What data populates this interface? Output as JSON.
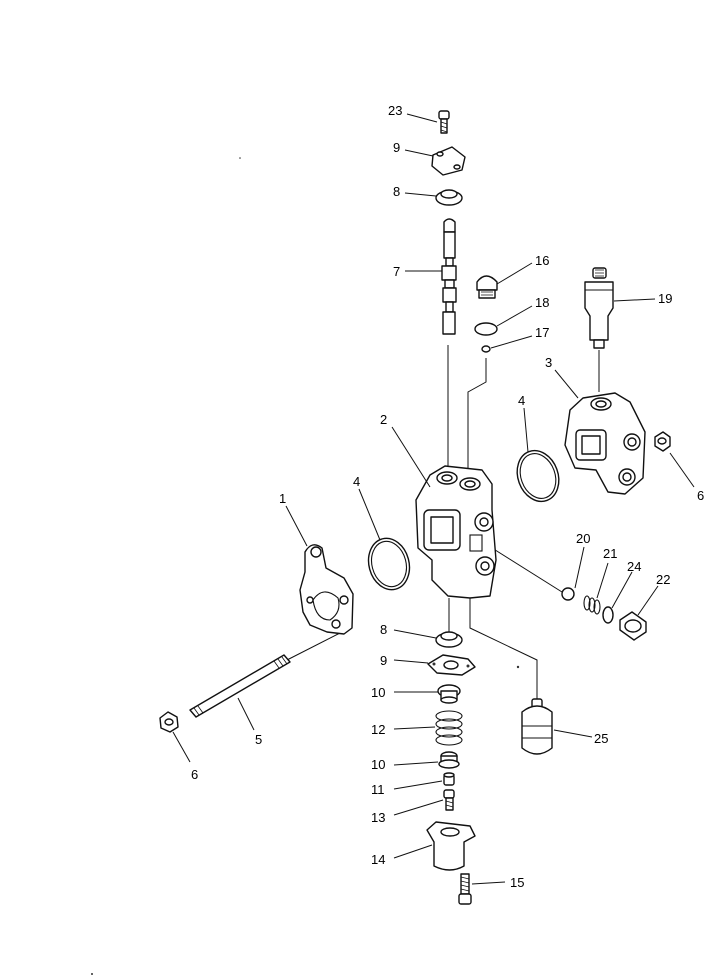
{
  "diagram": {
    "callouts": [
      {
        "id": "c1",
        "text": "1"
      },
      {
        "id": "c2",
        "text": "2"
      },
      {
        "id": "c3",
        "text": "3"
      },
      {
        "id": "c4a",
        "text": "4"
      },
      {
        "id": "c4b",
        "text": "4"
      },
      {
        "id": "c5",
        "text": "5"
      },
      {
        "id": "c6a",
        "text": "6"
      },
      {
        "id": "c6b",
        "text": "6"
      },
      {
        "id": "c7",
        "text": "7"
      },
      {
        "id": "c8a",
        "text": "8"
      },
      {
        "id": "c8b",
        "text": "8"
      },
      {
        "id": "c9a",
        "text": "9"
      },
      {
        "id": "c9b",
        "text": "9"
      },
      {
        "id": "c10a",
        "text": "10"
      },
      {
        "id": "c10b",
        "text": "10"
      },
      {
        "id": "c11",
        "text": "11"
      },
      {
        "id": "c12",
        "text": "12"
      },
      {
        "id": "c13",
        "text": "13"
      },
      {
        "id": "c14",
        "text": "14"
      },
      {
        "id": "c15",
        "text": "15"
      },
      {
        "id": "c16",
        "text": "16"
      },
      {
        "id": "c17",
        "text": "17"
      },
      {
        "id": "c18",
        "text": "18"
      },
      {
        "id": "c19",
        "text": "19"
      },
      {
        "id": "c20",
        "text": "20"
      },
      {
        "id": "c21",
        "text": "21"
      },
      {
        "id": "c22",
        "text": "22"
      },
      {
        "id": "c23",
        "text": "23"
      },
      {
        "id": "c24",
        "text": "24"
      },
      {
        "id": "c25",
        "text": "25"
      }
    ]
  }
}
